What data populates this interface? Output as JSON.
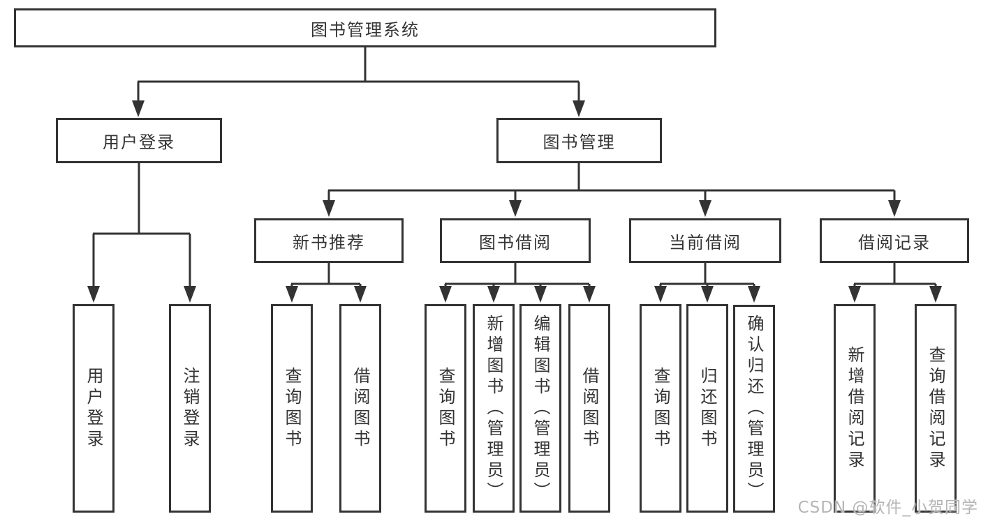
{
  "diagram": {
    "title": "图书管理系统",
    "level2": {
      "user_login": "用户登录",
      "book_mgmt": "图书管理"
    },
    "level3": {
      "new_books": "新书推荐",
      "book_borrow": "图书借阅",
      "current_borrow": "当前借阅",
      "borrow_records": "借阅记录"
    },
    "leaves": {
      "user_login_1": "用户登录",
      "user_login_2": "注销登录",
      "new_books_1": "查询图书",
      "new_books_2": "借阅图书",
      "book_borrow_1": "查询图书",
      "book_borrow_2": "新增图书（管理员）",
      "book_borrow_3": "编辑图书（管理员）",
      "book_borrow_4": "借阅图书",
      "current_borrow_1": "查询图书",
      "current_borrow_2": "归还图书",
      "current_borrow_3": "确认归还（管理员）",
      "borrow_records_1": "新增借阅记录",
      "borrow_records_2": "查询借阅记录"
    }
  },
  "watermark": "CSDN @软件_小贺同学",
  "colors": {
    "line": "#333333",
    "text": "#333333",
    "box_fill": "#ffffff",
    "watermark": "#b5b5b5",
    "background": "#ffffff"
  }
}
